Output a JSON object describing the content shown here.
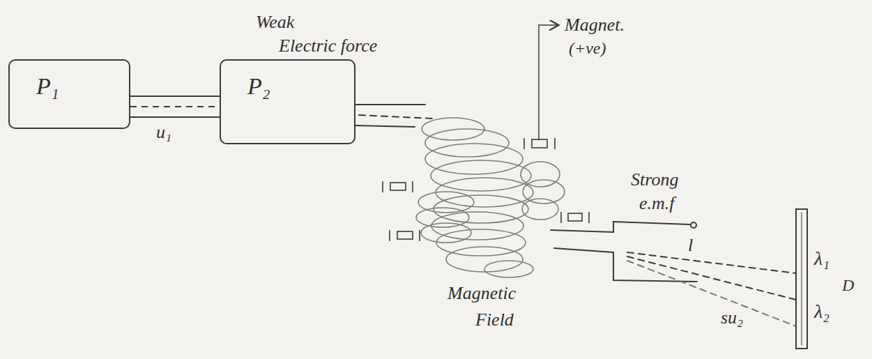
{
  "diagram": {
    "nodes": [
      {
        "text": [
          "P₁"
        ]
      },
      {
        "text": [
          "P₂"
        ]
      }
    ],
    "edges": [
      {
        "from": 0,
        "to": 1,
        "arrow": "none"
      }
    ],
    "labels": [
      "u₁",
      "Weak",
      "Electric force",
      "Magnet.",
      "(+ve)",
      "Strong",
      "e.m.f",
      "Magnetic",
      "Field",
      "l",
      "su₂",
      "λ₁",
      "D",
      "λ₂"
    ]
  }
}
